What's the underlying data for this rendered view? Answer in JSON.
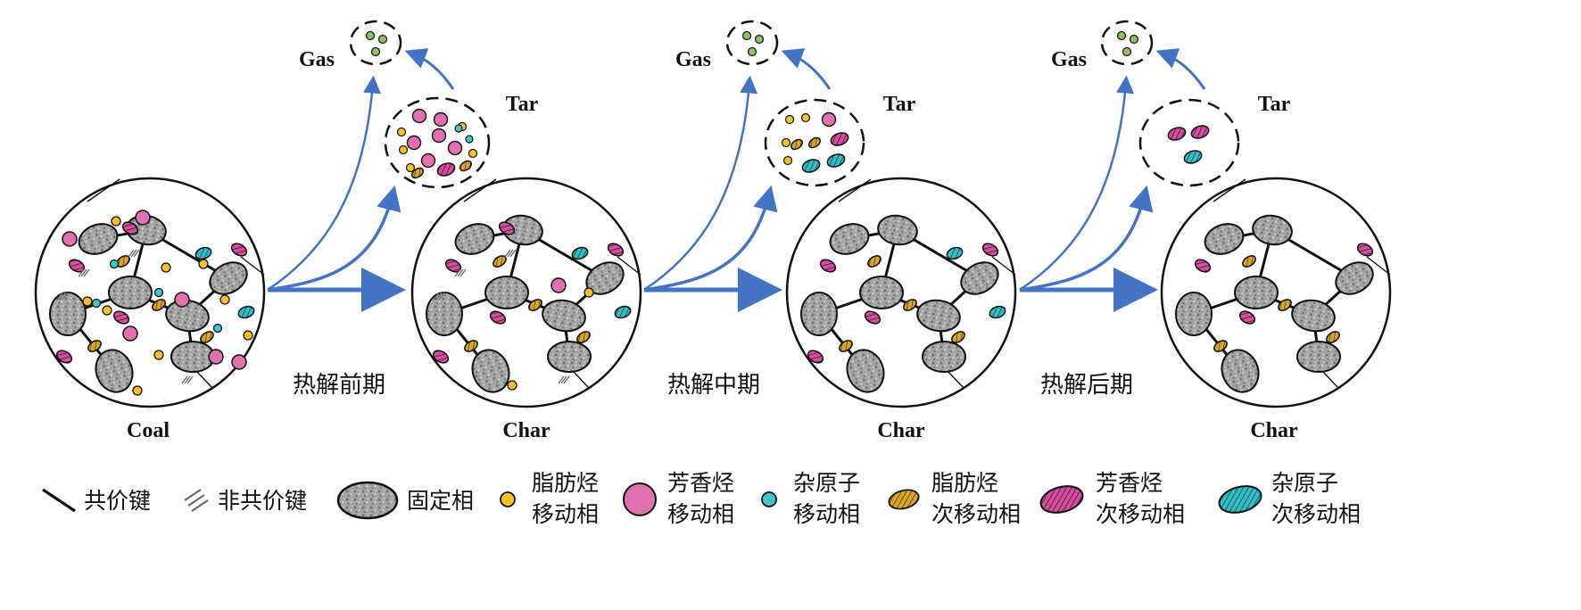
{
  "labels": {
    "coal": "Coal",
    "char": "Char",
    "gas": "Gas",
    "tar": "Tar",
    "stage_early": "热解前期",
    "stage_mid": "热解中期",
    "stage_late": "热解后期"
  },
  "legend": {
    "covalent": "共价键",
    "noncovalent": "非共价键",
    "fixed_phase": "固定相",
    "aliphatic_mobile_1": "脂肪烃",
    "aliphatic_mobile_2": "移动相",
    "aromatic_mobile_1": "芳香烃",
    "aromatic_mobile_2": "移动相",
    "hetero_mobile_1": "杂原子",
    "hetero_mobile_2": "移动相",
    "aliphatic_secondary_1": "脂肪烃",
    "aliphatic_secondary_2": "次移动相",
    "aromatic_secondary_1": "芳香烃",
    "aromatic_secondary_2": "次移动相",
    "hetero_secondary_1": "杂原子",
    "hetero_secondary_2": "次移动相"
  },
  "colors": {
    "arrow": "#4472c4",
    "aliphatic": "#f5c02a",
    "aromatic": "#e070b0",
    "hetero": "#40c8c8",
    "gas": "#90c060",
    "fixed": "#a0a0a0",
    "secondary_aliphatic": "#c8961e",
    "secondary_aromatic": "#c03c8c",
    "secondary_hetero": "#28a8b0"
  }
}
